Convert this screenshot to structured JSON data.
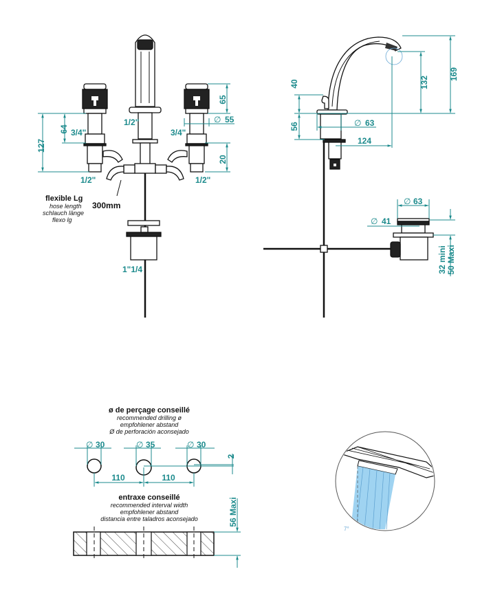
{
  "colors": {
    "dimension": "#1b8a8c",
    "ink": "#111111",
    "water": "#8ecbef"
  },
  "front_view": {
    "spout_thread": "1/2\"",
    "left_thread": "3/4\"",
    "right_thread": "3/4\"",
    "left_inlet": "1/2\"",
    "right_inlet": "1/2\"",
    "dim_127": "127",
    "dim_64": "64",
    "dim_65": "65",
    "dim_55": "55",
    "dim_20": "20",
    "diameter_symbol": "∅",
    "hose_title": "flexible Lg",
    "hose_lines": [
      "hose length",
      "schlauch länge",
      "flexo lg"
    ],
    "hose_length": "300mm",
    "drain_thread": "1\"1/4"
  },
  "side_view": {
    "dim_169": "169",
    "dim_132": "132",
    "dim_40": "40",
    "dim_56": "56",
    "dim_63": "63",
    "dim_124": "124",
    "drain_dim_63": "63",
    "drain_dim_41": "41",
    "drain_range_1": "32 mini",
    "drain_range_2": "50 Maxi"
  },
  "drilling": {
    "title": "ø de perçage conseillé",
    "lines": [
      "recommended drilling ø",
      "empfohlener abstand",
      "Ø de perforación aconsejado"
    ],
    "holes": [
      "30",
      "35",
      "30"
    ],
    "offset": "2",
    "spacing": [
      "110",
      "110"
    ]
  },
  "interval": {
    "title": "entraxe conseillé",
    "lines": [
      "recommended interval width",
      "empfohlener abstand",
      "distancia entre taladros aconsejado"
    ],
    "max": "56 Maxi"
  },
  "detail": {
    "angle": "7°"
  }
}
